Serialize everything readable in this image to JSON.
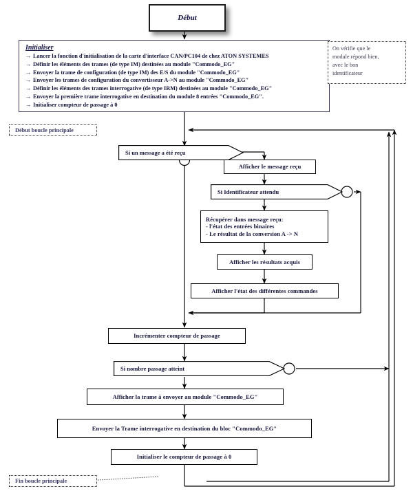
{
  "diagram": {
    "title_box": {
      "label": "Début"
    },
    "initialise": {
      "heading": "Initialiser",
      "arrow_glyph": "→",
      "items": [
        "Lancer la fonction d'initialisation de la carte d'interface CAN/PC104 de chez ATON SYSTEMES",
        "Définir les éléments des trames (de type IM) destinées au module \"Commodo_EG\"",
        "Envoyer la trame de configuration (de type IM) des E/S du module \"Commodo_EG\"",
        "Envoyer  les trames de configuration du convertisseur A->N au module \"Commodo_EG\"",
        "Définir les éléments des trames interrogative (de type IRM) destinées au module \"Commodo_EG\"",
        "Envoyer la première trame interrogative en destination du  module  8 entrées \"Commodo_EG\".",
        "Initialiser compteur de passage à 0"
      ]
    },
    "annotation": {
      "lines": [
        "On vérifie que le",
        "module répond bien,",
        "avec le bon",
        "identificateur"
      ]
    },
    "loop_start_label": "Début boucle principale",
    "loop_end_label": "Fin boucle principale",
    "conditions": [
      {
        "label": "Si un message a été reçu"
      },
      {
        "label": "Si Identificateur attendu"
      },
      {
        "label": "Si nombre passage atteint"
      }
    ],
    "process_boxes": [
      {
        "label": "Afficher le message reçu"
      },
      {
        "label": "Afficher les résultats acquis"
      },
      {
        "label": "Afficher l'état des différentes commandes"
      },
      {
        "label": "Incrémenter compteur de passage"
      },
      {
        "label": "Afficher la trame à envoyer au module \"Commodo_EG\""
      },
      {
        "label": "Envoyer la Trame interrogative en destination du bloc \"Commodo_EG\""
      },
      {
        "label": "Initialiser le compteur de passage à 0"
      }
    ],
    "multiline_box": {
      "line1": "Récupérer dans message reçu:",
      "line2": "- l'état des entrées binaires",
      "line3": "- Le résultat de la conversion  A -> N"
    },
    "colors": {
      "stroke": "#000000",
      "text": "#12123a",
      "comment_text": "#3a3a52",
      "background": "#ffffff"
    }
  }
}
